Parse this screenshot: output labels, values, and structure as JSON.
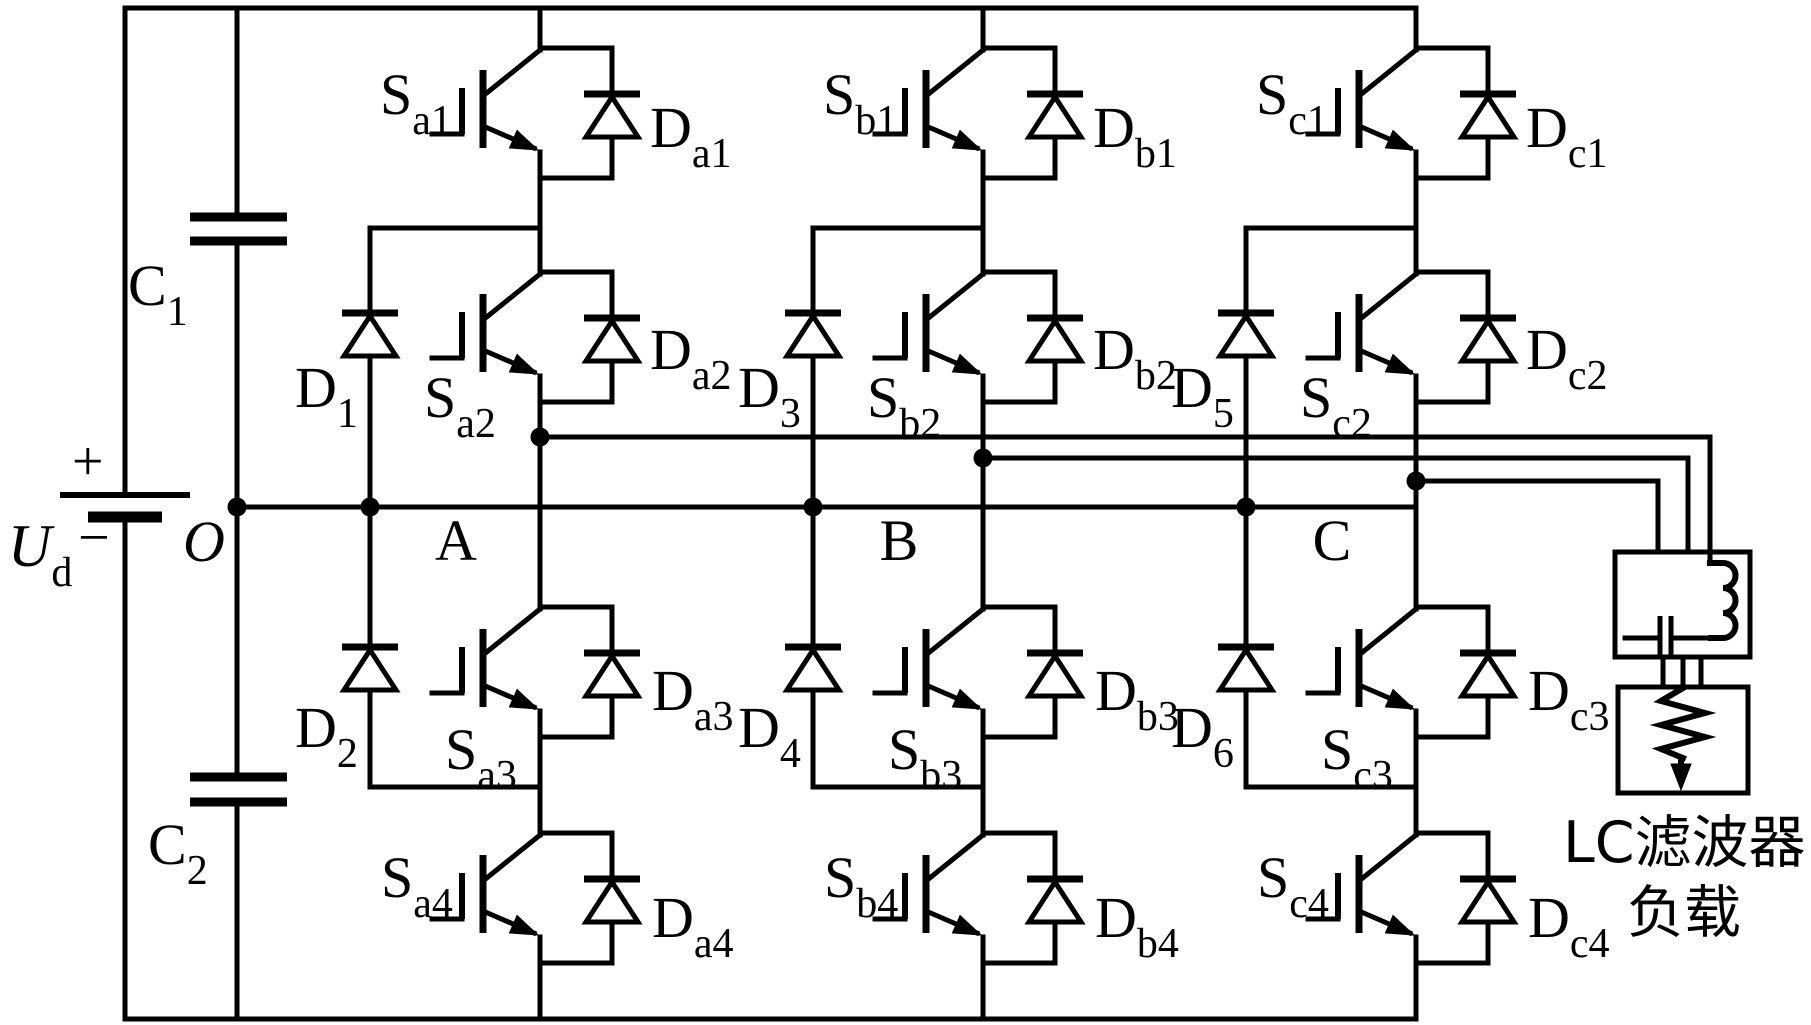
{
  "figure": {
    "dc_source": {
      "plus_sign": "+",
      "minus_sign": "−",
      "label_main": "U",
      "label_sub": "d"
    },
    "dc_link": {
      "capacitor_top_main": "C",
      "capacitor_top_sub": "1",
      "capacitor_bottom_main": "C",
      "capacitor_bottom_sub": "2",
      "neutral_label": "O"
    },
    "phases": [
      {
        "phase_label": "A",
        "switches": [
          [
            "S",
            "a1"
          ],
          [
            "S",
            "a2"
          ],
          [
            "S",
            "a3"
          ],
          [
            "S",
            "a4"
          ]
        ],
        "freewheel_diodes": [
          [
            "D",
            "a1"
          ],
          [
            "D",
            "a2"
          ],
          [
            "D",
            "a3"
          ],
          [
            "D",
            "a4"
          ]
        ],
        "clamp_diodes": [
          [
            "D",
            "1"
          ],
          [
            "D",
            "2"
          ]
        ]
      },
      {
        "phase_label": "B",
        "switches": [
          [
            "S",
            "b1"
          ],
          [
            "S",
            "b2"
          ],
          [
            "S",
            "b3"
          ],
          [
            "S",
            "b4"
          ]
        ],
        "freewheel_diodes": [
          [
            "D",
            "b1"
          ],
          [
            "D",
            "b2"
          ],
          [
            "D",
            "b3"
          ],
          [
            "D",
            "b4"
          ]
        ],
        "clamp_diodes": [
          [
            "D",
            "3"
          ],
          [
            "D",
            "4"
          ]
        ]
      },
      {
        "phase_label": "C",
        "switches": [
          [
            "S",
            "c1"
          ],
          [
            "S",
            "c2"
          ],
          [
            "S",
            "c3"
          ],
          [
            "S",
            "c4"
          ]
        ],
        "freewheel_diodes": [
          [
            "D",
            "c1"
          ],
          [
            "D",
            "c2"
          ],
          [
            "D",
            "c3"
          ],
          [
            "D",
            "c4"
          ]
        ],
        "clamp_diodes": [
          [
            "D",
            "5"
          ],
          [
            "D",
            "6"
          ]
        ]
      }
    ],
    "output": {
      "filter_label": "LC滤波器",
      "load_label": "负载"
    }
  }
}
